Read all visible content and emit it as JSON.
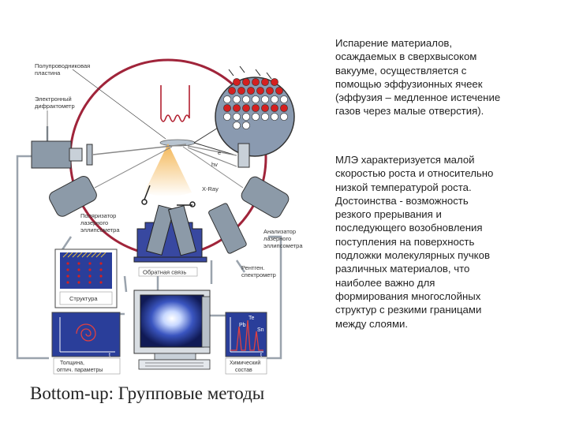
{
  "diagram": {
    "labels": {
      "semiconductor_plate": [
        "Полупроводниковая",
        "пластина"
      ],
      "electron_diffractometer": [
        "Электронный",
        "дифрактометр"
      ],
      "e": "e",
      "hv": "hv",
      "xray": "X-Ray",
      "laser_polarizer": [
        "Поляризатор",
        "лазерного",
        "эллипсометра"
      ],
      "laser_analyzer": [
        "Анализатор",
        "лазерного",
        "эллипсометра"
      ],
      "reverse_side": "Обратная связь",
      "xray_spectrometer": [
        "Рентген.",
        "спектрометр"
      ],
      "structure": "Структура",
      "thickness": [
        "Толщина,",
        "оптич. параметры"
      ],
      "chemical": [
        "Химический",
        "состав"
      ],
      "pb": "Pb",
      "te": "Te",
      "sn": "Sn",
      "t_axis": "t"
    },
    "colors": {
      "chamber": "#a0243a",
      "cells": "#3848a0",
      "gray_box": "#8c9aa8",
      "screen_blue": "#2a3e9a",
      "atom_red": "#d42020",
      "atom_white": "#ffffff",
      "cone": "#f3b24c",
      "link_gray": "#9aa3ad"
    }
  },
  "text": {
    "paragraph1": [
      "Испарение материалов,",
      "осаждаемых в сверхвысоком",
      "вакууме, осуществляется с",
      "помощью эффузионных ячеек",
      "(эффузия – медленное истечение",
      "газов через малые отверстия)."
    ],
    "paragraph2": [
      "МЛЭ характеризуется малой",
      "скоростью роста и относительно",
      "низкой температурой роста.",
      "Достоинства - возможность",
      "резкого прерывания и",
      "последующего возобновления",
      "поступления на поверхность",
      "подложки молекулярных пучков",
      "различных материалов, что",
      "наиболее важно для",
      "формирования многослойных",
      "структур с резкими границами",
      "между слоями."
    ]
  },
  "footer": {
    "title": "Bottom-up: Групповые методы"
  }
}
